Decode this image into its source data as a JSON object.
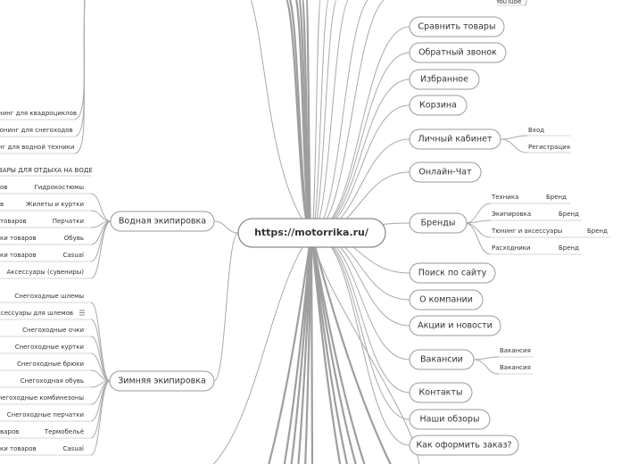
{
  "root": {
    "label": "https://motorrika.ru/"
  },
  "right_nodes": [
    {
      "id": "compare",
      "label": "Сравнить товары"
    },
    {
      "id": "callback",
      "label": "Обратный звонок"
    },
    {
      "id": "favorites",
      "label": "Избранное"
    },
    {
      "id": "cart",
      "label": "Корзина"
    },
    {
      "id": "cabinet",
      "label": "Личный кабинет"
    },
    {
      "id": "chat",
      "label": "Онлайн-Чат"
    },
    {
      "id": "brands",
      "label": "Бренды"
    },
    {
      "id": "search",
      "label": "Поиск по сайту"
    },
    {
      "id": "about",
      "label": "О компании"
    },
    {
      "id": "promo",
      "label": "Акции и новости"
    },
    {
      "id": "vacancies",
      "label": "Вакансии"
    },
    {
      "id": "contacts",
      "label": "Контакты"
    },
    {
      "id": "reviews",
      "label": "Наши обзоры"
    },
    {
      "id": "howto",
      "label": "Как оформить заказ?"
    }
  ],
  "youtube": {
    "label": "YouTube"
  },
  "cabinet_children": [
    "Вход",
    "Регистрация"
  ],
  "brands_children": [
    {
      "label": "Техника",
      "brand": "Бренд"
    },
    {
      "label": "Экипировка",
      "brand": "Бренд"
    },
    {
      "label": "Тюнинг и аксессуары",
      "brand": "Бренд"
    },
    {
      "label": "Расходники",
      "brand": "Бренд"
    }
  ],
  "vacancies_children": [
    "Вакансия",
    "Вакансия"
  ],
  "water": {
    "label": "Водная экипировка",
    "header": "ВАРЫ ДЛЯ ОТДЫХА НА ВОДЕ",
    "children": [
      "Гидрокостюмы",
      "Жилеты и куртки",
      "Перчатки",
      "Обувь",
      "Casual",
      "Аксессуары (сувениры)"
    ],
    "fragments": [
      "ов",
      "в",
      "товаров",
      "ки товаров",
      "ки товаров"
    ]
  },
  "winter": {
    "label": "Зимняя экипировка",
    "children": [
      "Снегоходные шлемы",
      "Аксессуары для шлемов",
      "Снегоходные очки",
      "Снегоходные куртки",
      "Снегоходные брюки",
      "Снегоходная обувь",
      "Снегоходные комбинезоны",
      "Снегоходные перчатки",
      "Термобельё",
      "Casual"
    ],
    "fragments": [
      "варов",
      "ки товаров"
    ],
    "note_icon": "note-icon"
  },
  "tuning_fragments": [
    "нинг для квадроциклов",
    "юнинг для снегоходов",
    "нг для водной техники"
  ]
}
